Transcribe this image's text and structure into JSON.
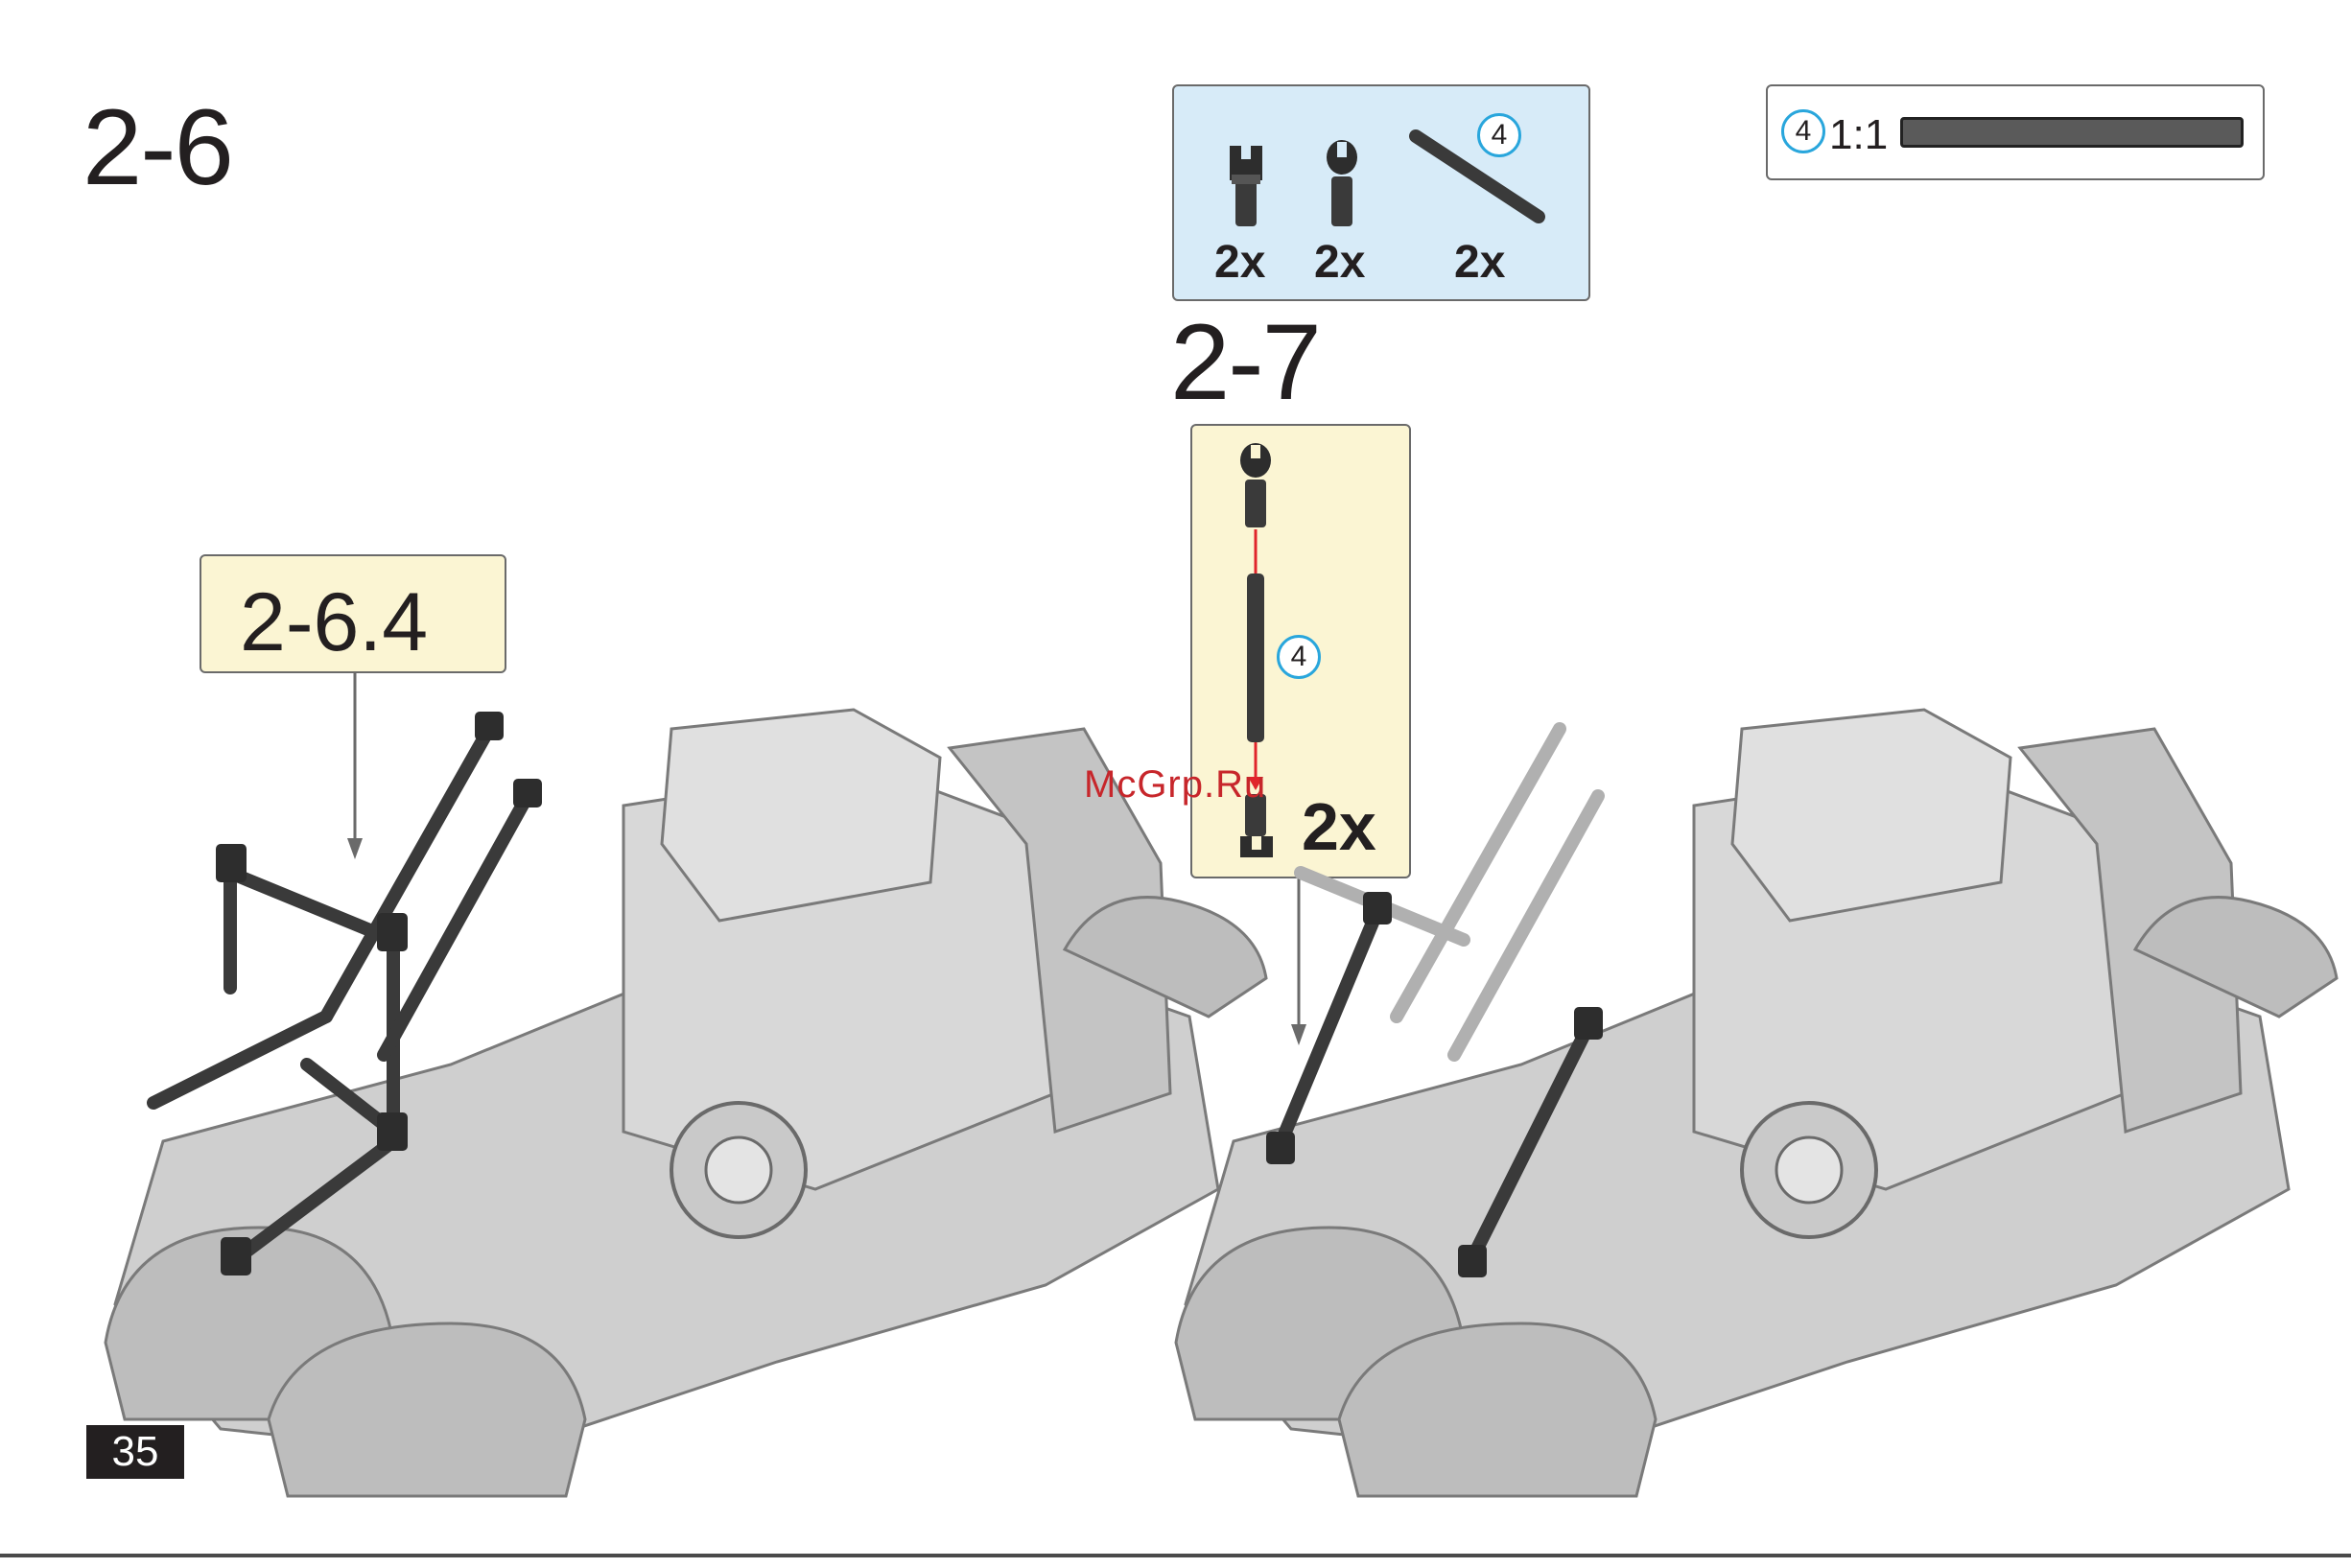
{
  "steps": {
    "left_title": "2-6",
    "right_title": "2-7"
  },
  "parts_list": {
    "items": [
      {
        "qty": "2x",
        "icon": "half-pin-clip-icon"
      },
      {
        "qty": "2x",
        "icon": "pin-clip-icon"
      },
      {
        "qty": "2x",
        "icon": "axle-4-icon",
        "size_label": "4"
      }
    ]
  },
  "scale_ruler": {
    "size_label": "4",
    "ratio": "1:1"
  },
  "sub_step_callout": {
    "label": "2-6.4"
  },
  "step_callout": {
    "size_label": "4",
    "qty": "2x"
  },
  "watermark": "McGrp.Ru",
  "page_number": "35",
  "colors": {
    "parts_bg": "#d7ebf8",
    "callout_bg": "#fbf5d3",
    "part_dark": "#3a3a3a",
    "model_gray": "#c8c8c8",
    "circle_blue": "#29a6dc",
    "guide_red": "#e0242b"
  }
}
